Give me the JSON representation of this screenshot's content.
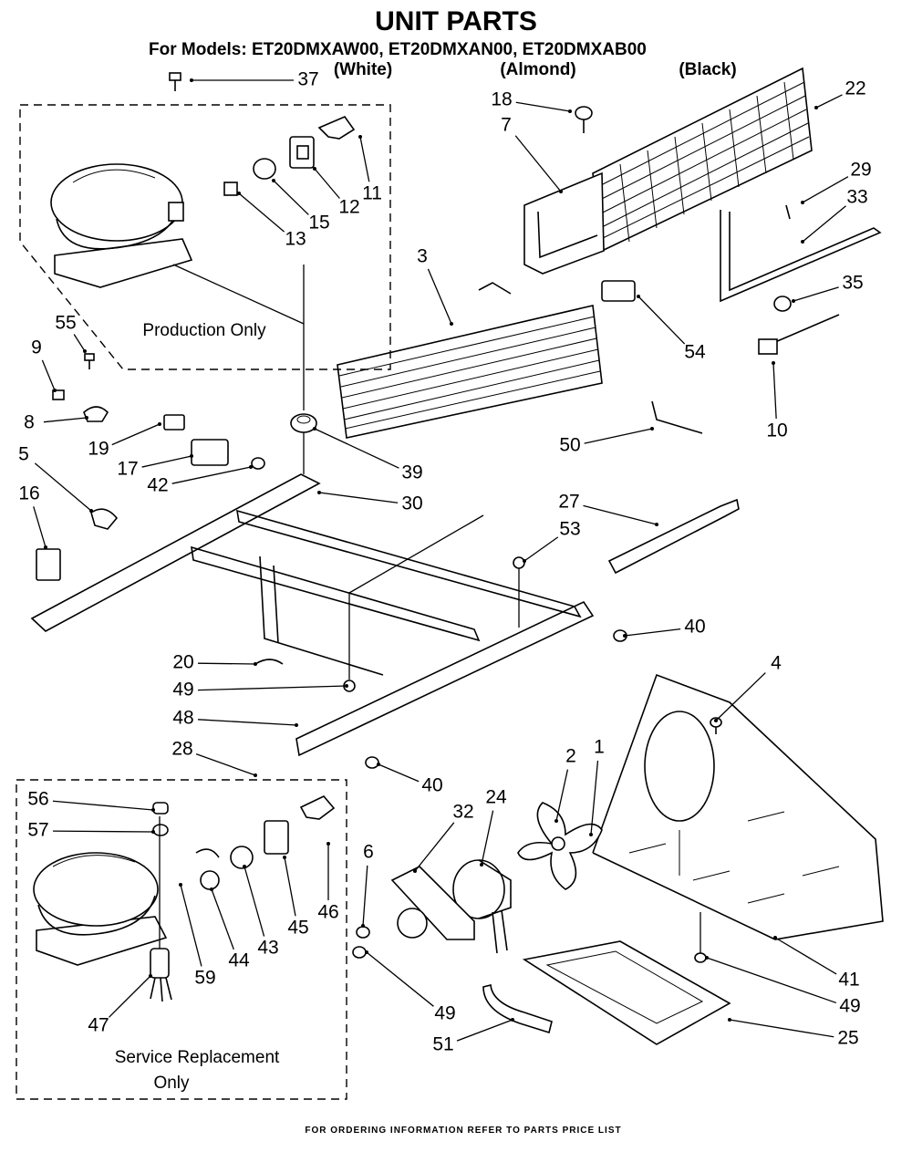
{
  "title": "UNIT PARTS",
  "models_line": "For Models:  ET20DMXAW00,  ET20DMXAN00,  ET20DMXAB00",
  "variants": [
    "(White)",
    "(Almond)",
    "(Black)"
  ],
  "production_note": "Production Only",
  "service_note_line1": "Service Replacement",
  "service_note_line2": "Only",
  "footer": "FOR ORDERING INFORMATION REFER TO PARTS PRICE LIST",
  "callouts": [
    "37",
    "18",
    "7",
    "22",
    "11",
    "12",
    "15",
    "13",
    "29",
    "33",
    "3",
    "35",
    "55",
    "9",
    "54",
    "8",
    "19",
    "17",
    "42",
    "10",
    "5",
    "39",
    "16",
    "30",
    "50",
    "27",
    "53",
    "40",
    "20",
    "49",
    "48",
    "4",
    "28",
    "40",
    "1",
    "2",
    "32",
    "24",
    "56",
    "6",
    "57",
    "46",
    "45",
    "44",
    "43",
    "59",
    "41",
    "47",
    "49",
    "49",
    "51",
    "25"
  ],
  "icons": [
    "compressor-icon",
    "relay-icon",
    "overload-icon",
    "condenser-coil-icon",
    "evaporator-coil-icon",
    "fan-blade-icon",
    "fan-motor-icon",
    "drain-pan-icon",
    "screw-icon",
    "bracket-icon",
    "capacitor-icon"
  ]
}
